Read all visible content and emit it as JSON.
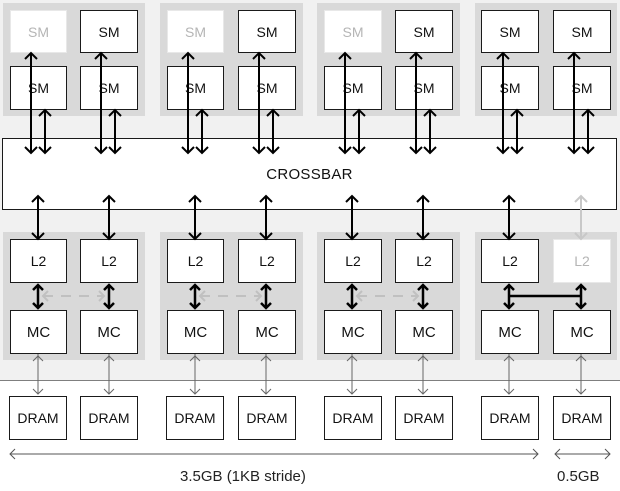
{
  "diagram": {
    "crossbar_label": "CROSSBAR",
    "partitions": [
      {
        "sm": [
          {
            "label": "SM",
            "disabled": true
          },
          {
            "label": "SM",
            "disabled": false
          },
          {
            "label": "SM",
            "disabled": false
          },
          {
            "label": "SM",
            "disabled": false
          }
        ],
        "l2": [
          {
            "label": "L2",
            "disabled": false
          },
          {
            "label": "L2",
            "disabled": false
          }
        ],
        "mc": [
          {
            "label": "MC"
          },
          {
            "label": "MC"
          }
        ],
        "dram": [
          {
            "label": "DRAM"
          },
          {
            "label": "DRAM"
          }
        ]
      },
      {
        "sm": [
          {
            "label": "SM",
            "disabled": true
          },
          {
            "label": "SM",
            "disabled": false
          },
          {
            "label": "SM",
            "disabled": false
          },
          {
            "label": "SM",
            "disabled": false
          }
        ],
        "l2": [
          {
            "label": "L2",
            "disabled": false
          },
          {
            "label": "L2",
            "disabled": false
          }
        ],
        "mc": [
          {
            "label": "MC"
          },
          {
            "label": "MC"
          }
        ],
        "dram": [
          {
            "label": "DRAM"
          },
          {
            "label": "DRAM"
          }
        ]
      },
      {
        "sm": [
          {
            "label": "SM",
            "disabled": true
          },
          {
            "label": "SM",
            "disabled": false
          },
          {
            "label": "SM",
            "disabled": false
          },
          {
            "label": "SM",
            "disabled": false
          }
        ],
        "l2": [
          {
            "label": "L2",
            "disabled": false
          },
          {
            "label": "L2",
            "disabled": false
          }
        ],
        "mc": [
          {
            "label": "MC"
          },
          {
            "label": "MC"
          }
        ],
        "dram": [
          {
            "label": "DRAM"
          },
          {
            "label": "DRAM"
          }
        ]
      },
      {
        "sm": [
          {
            "label": "SM",
            "disabled": false
          },
          {
            "label": "SM",
            "disabled": false
          },
          {
            "label": "SM",
            "disabled": false
          },
          {
            "label": "SM",
            "disabled": false
          }
        ],
        "l2": [
          {
            "label": "L2",
            "disabled": false
          },
          {
            "label": "L2",
            "disabled": true
          }
        ],
        "mc": [
          {
            "label": "MC"
          },
          {
            "label": "MC"
          }
        ],
        "dram": [
          {
            "label": "DRAM"
          },
          {
            "label": "DRAM"
          }
        ]
      }
    ],
    "memory_segments": [
      {
        "label": "3.5GB (1KB stride)"
      },
      {
        "label": "0.5GB"
      }
    ],
    "colors": {
      "group_bg": "#d9d9d9",
      "upper_bg": "#f1f1f1",
      "disabled_text": "#b5b5b5",
      "dashed_link": "#c0c0c0"
    }
  }
}
